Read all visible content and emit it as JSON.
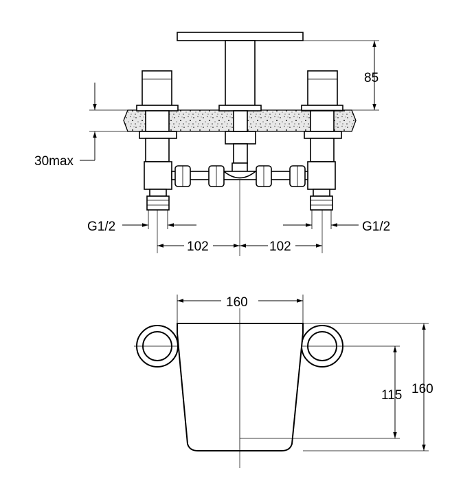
{
  "dimensions": {
    "height_above_deck": "85",
    "deck_thickness": "30max",
    "inlet_thread_left": "G1/2",
    "inlet_thread_right": "G1/2",
    "spacing_left": "102",
    "spacing_right": "102",
    "spout_width": "160",
    "spout_reach_inner": "115",
    "spout_reach_total": "160"
  }
}
